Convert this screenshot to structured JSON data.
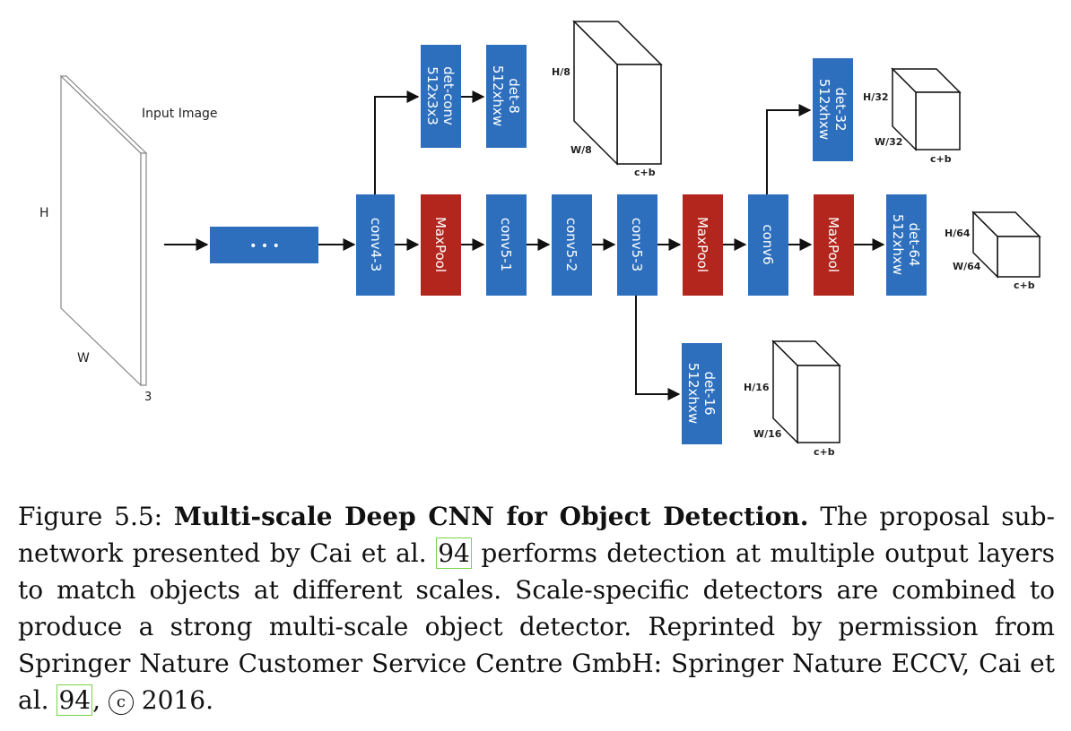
{
  "colors": {
    "conv": "#2d6fbd",
    "pool": "#b3261e",
    "line": "#111111"
  },
  "diagram": {
    "input_label": "Input Image",
    "dim_h": "H",
    "dim_w": "W",
    "dim_c": "3",
    "dots": "• • •",
    "blocks": {
      "conv4_3": "conv4-3",
      "maxpool1": "MaxPool",
      "conv5_1": "conv5-1",
      "conv5_2": "conv5-2",
      "conv5_3": "conv5-3",
      "maxpool2": "MaxPool",
      "conv6": "conv6",
      "maxpool3": "MaxPool",
      "det64_a": "det-64",
      "det64_b": "512xhxw",
      "detconv_a": "det-conv",
      "detconv_b": "512x3x3",
      "det8_a": "det-8",
      "det8_b": "512xhxw",
      "det32_a": "det-32",
      "det32_b": "512xhxw",
      "det16_a": "det-16",
      "det16_b": "512xhxw"
    },
    "outputs": {
      "o8": {
        "h": "H/8",
        "w": "W/8",
        "c": "c+b"
      },
      "o32": {
        "h": "H/32",
        "w": "W/32",
        "c": "c+b"
      },
      "o64": {
        "h": "H/64",
        "w": "W/64",
        "c": "c+b"
      },
      "o16": {
        "h": "H/16",
        "w": "W/16",
        "c": "c+b"
      }
    }
  },
  "caption": {
    "prefix": "Figure 5.5: ",
    "title": "Multi-scale Deep CNN for Object Detection.",
    "text1": " The proposal sub-network presented by Cai et al. ",
    "cite1": "94",
    "text2": " performs detection at multiple output layers to match objects at different scales. Scale-specific detectors are combined to produce a strong multi-scale object detector. Reprinted by permission from Springer Nature Customer Service Centre GmbH: Springer Nature ECCV, Cai et al. ",
    "cite2": "94",
    "text3": ", ",
    "copyright": "c",
    "year": " 2016."
  }
}
